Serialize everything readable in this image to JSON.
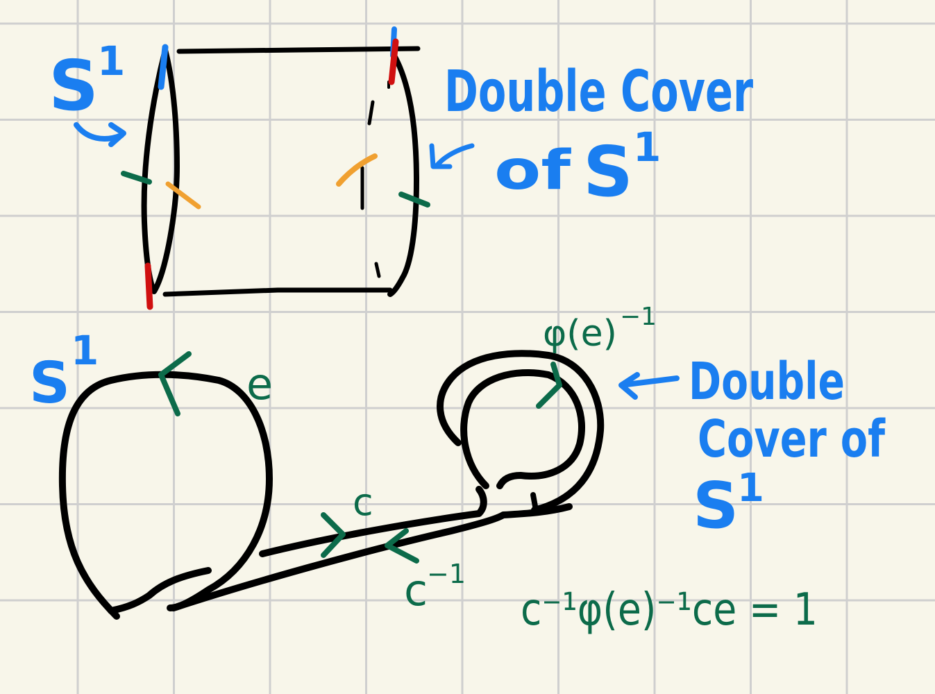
{
  "colors": {
    "paper": "#f8f6ea",
    "grid": "#cfcfcf",
    "ink": "#000000",
    "blue": "#1a7ef0",
    "red": "#d01010",
    "green": "#0c6b4a",
    "orange": "#f0a030"
  },
  "cylinder": {
    "s1_label": "S",
    "s1_sup": "1",
    "double_cover_line1": "Double Cover",
    "double_cover_of": "of",
    "double_cover_s": "S",
    "double_cover_sup": "1"
  },
  "graph": {
    "s1_label": "S",
    "s1_sup": "1",
    "edge_e": "e",
    "edge_c": "c",
    "edge_c_inv": "c",
    "edge_c_inv_sup": "−1",
    "phi_e_inv": "φ(e)",
    "phi_e_inv_sup": "−1",
    "double_cover_line1": "Double",
    "double_cover_line2": "Cover of",
    "double_cover_s": "S",
    "double_cover_sup": "1",
    "relation": "c⁻¹φ(e)⁻¹ce = 1"
  }
}
